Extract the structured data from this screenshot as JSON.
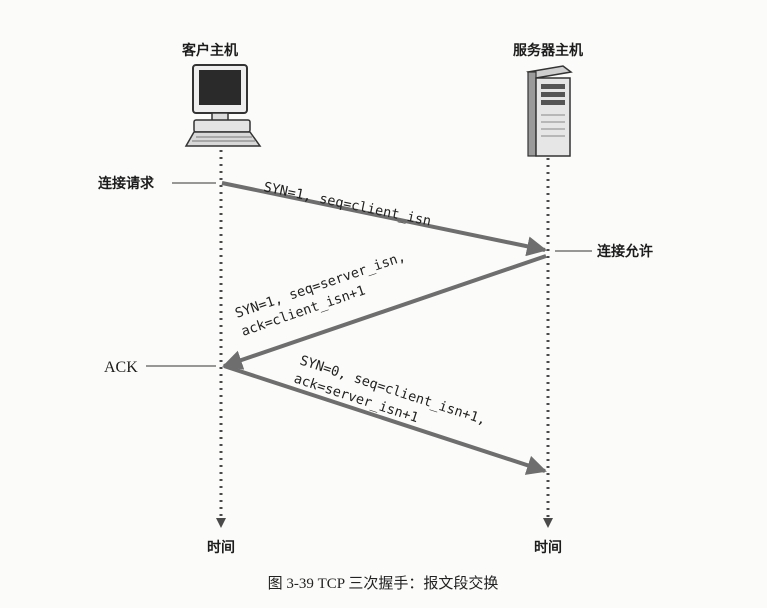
{
  "hosts": {
    "client": "客户主机",
    "server": "服务器主机"
  },
  "events": {
    "connection_request": "连接请求",
    "connection_granted": "连接允许",
    "ack": "ACK"
  },
  "messages": {
    "syn": [
      "SYN=1, seq=client_isn"
    ],
    "synack": [
      "SYN=1, seq=server_isn,",
      "ack=client_isn+1"
    ],
    "ack": [
      "SYN=0, seq=client_isn+1,",
      "ack=server_isn+1"
    ]
  },
  "time_label": "时间",
  "caption": "图 3-39   TCP 三次握手：报文段交换",
  "icons": {
    "client": "desktop-computer-icon",
    "server": "server-tower-icon"
  },
  "colors": {
    "arrow": "#6e6e6e",
    "timeline": "#4a4a4a"
  }
}
